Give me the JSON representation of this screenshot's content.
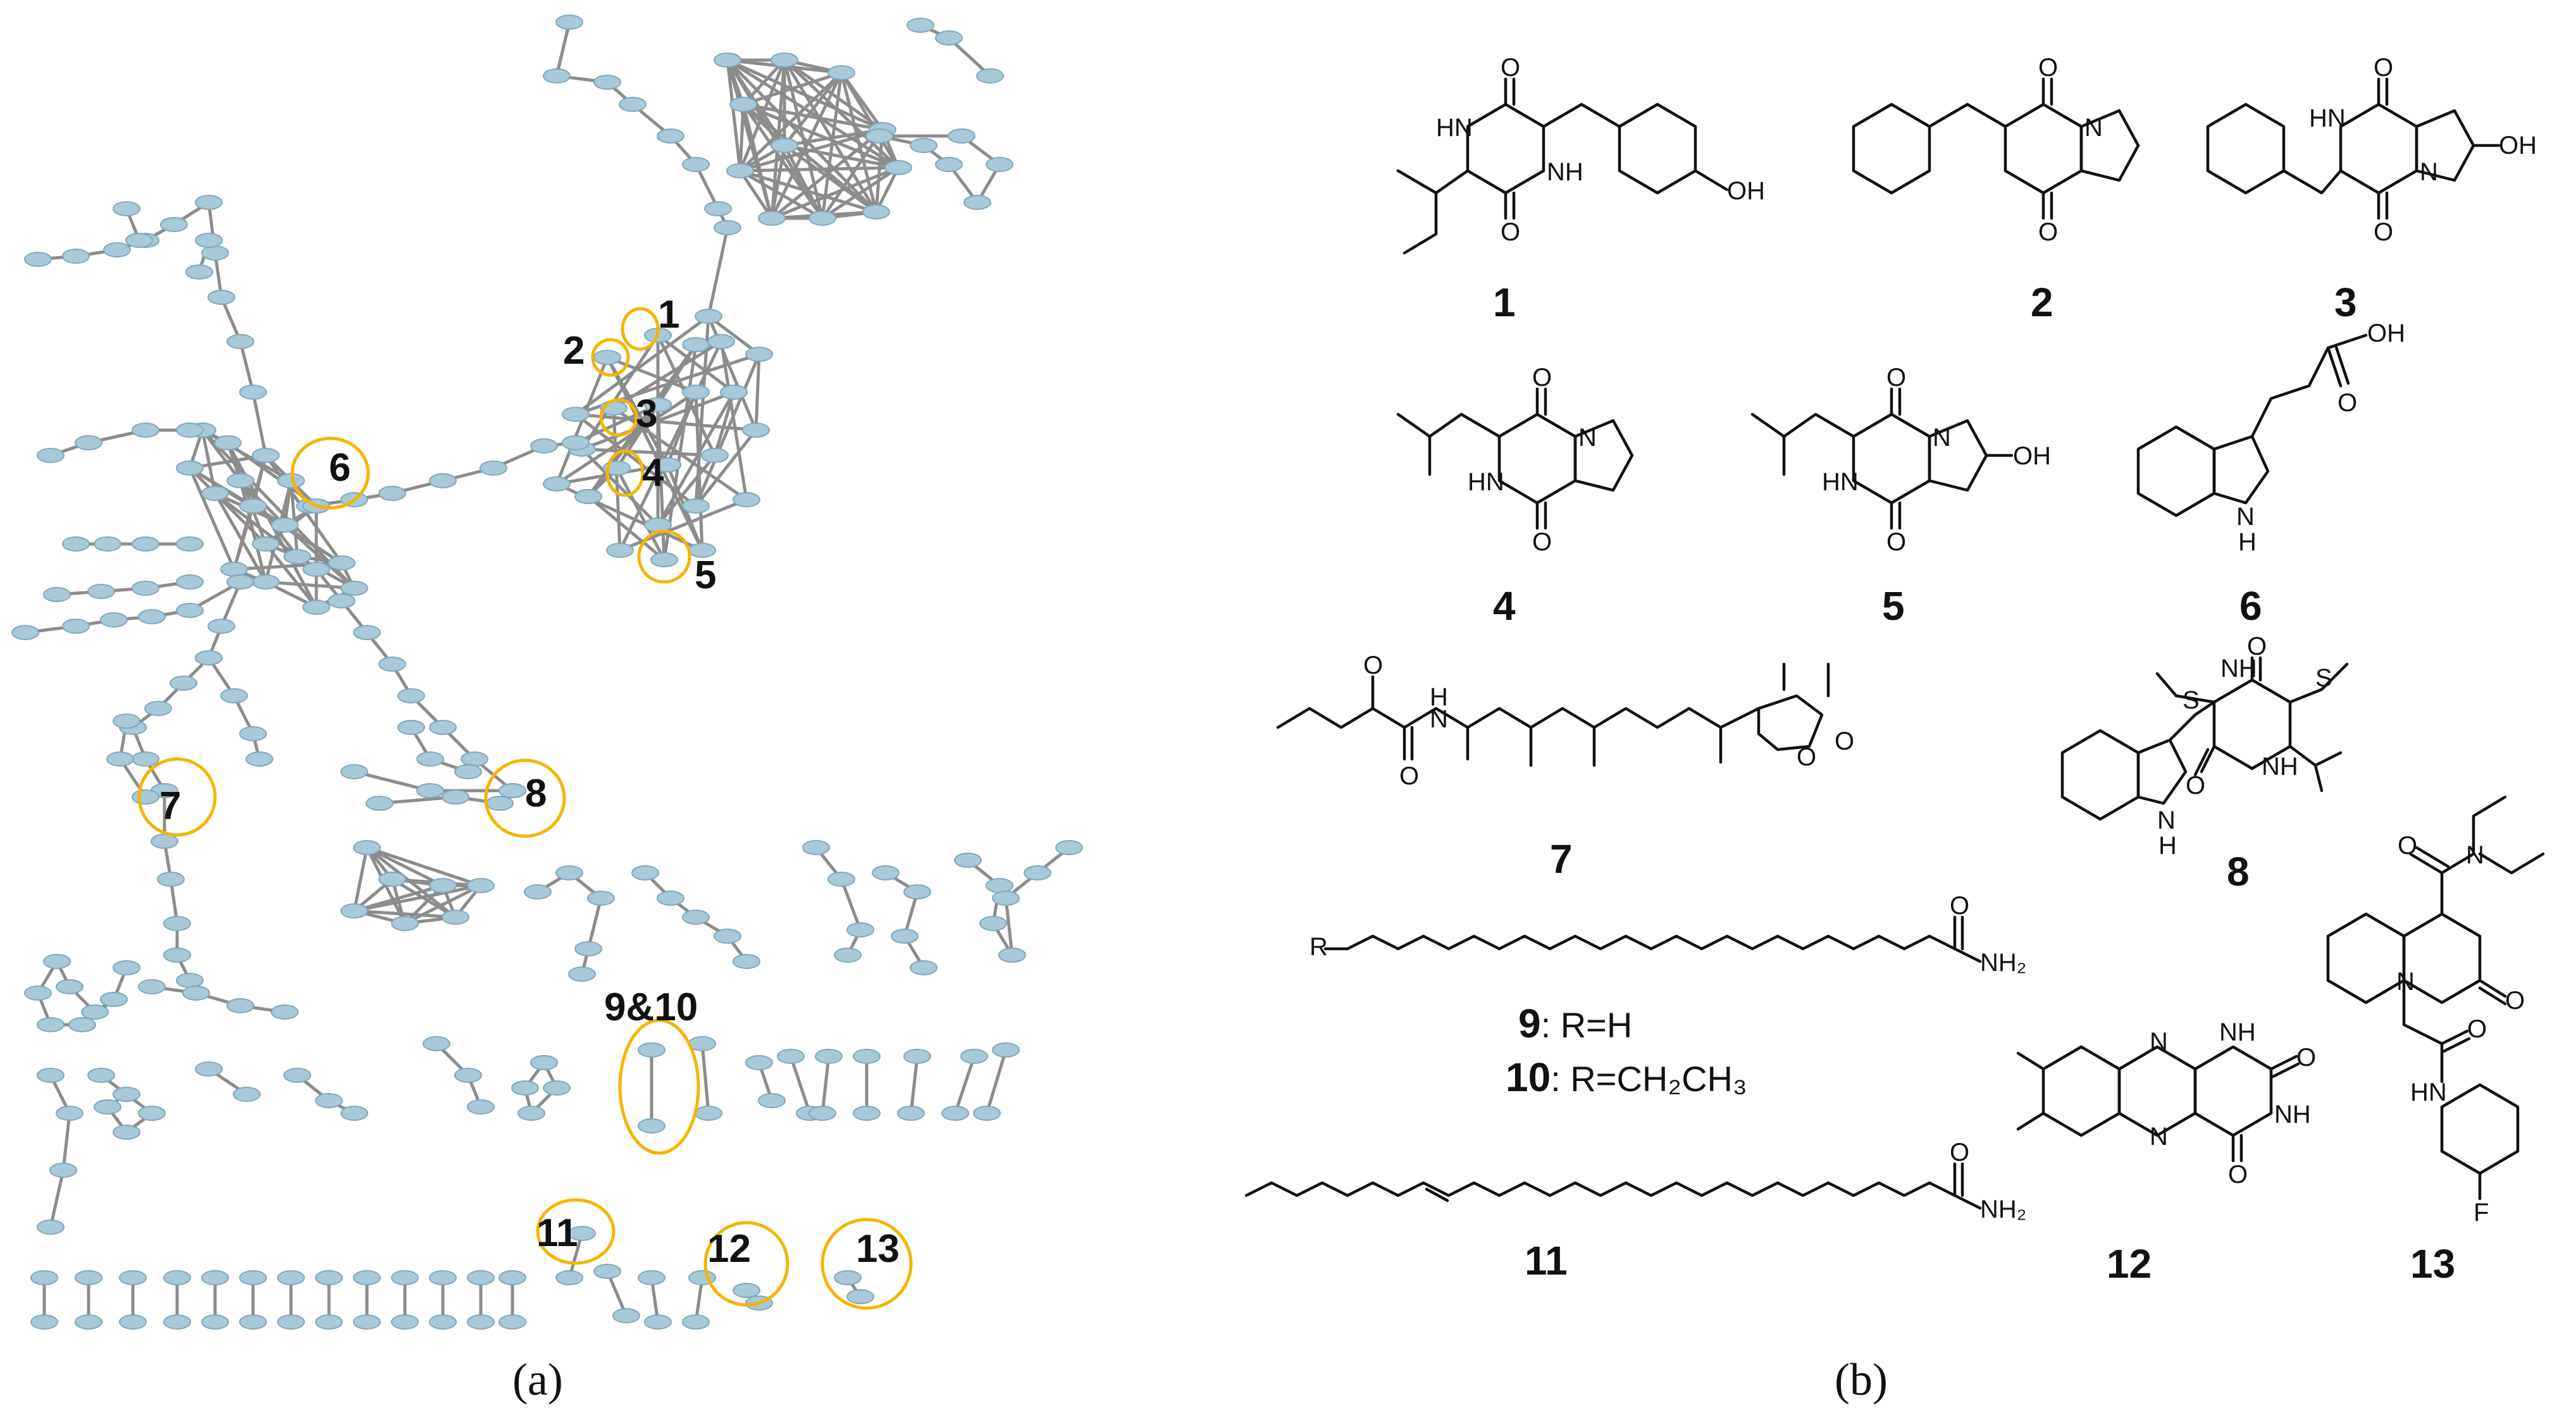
{
  "panel_a": {
    "caption": "(a)",
    "cluster_labels": [
      "1",
      "2",
      "3",
      "4",
      "5",
      "6",
      "7",
      "8",
      "9&10",
      "11",
      "12",
      "13"
    ]
  },
  "panel_b": {
    "caption": "(b)",
    "compound_numbers": [
      "1",
      "2",
      "3",
      "4",
      "5",
      "6",
      "7",
      "8",
      "11",
      "12",
      "13"
    ],
    "r_group_lines": [
      {
        "num": "9",
        "text": ": R=H"
      },
      {
        "num": "10",
        "text": ": R=CH₂CH₃"
      }
    ],
    "atom_labels": {
      "o": "O",
      "oh": "OH",
      "hn": "HN",
      "nh": "NH",
      "n": "N",
      "h": "H",
      "s": "S",
      "r": "R",
      "f": "F",
      "nh2": "NH₂",
      "h_letter": "H"
    }
  },
  "colors": {
    "node_fill": "#a9c8d8",
    "edge": "#8c8c8c",
    "highlight_ring": "#f5b400"
  }
}
